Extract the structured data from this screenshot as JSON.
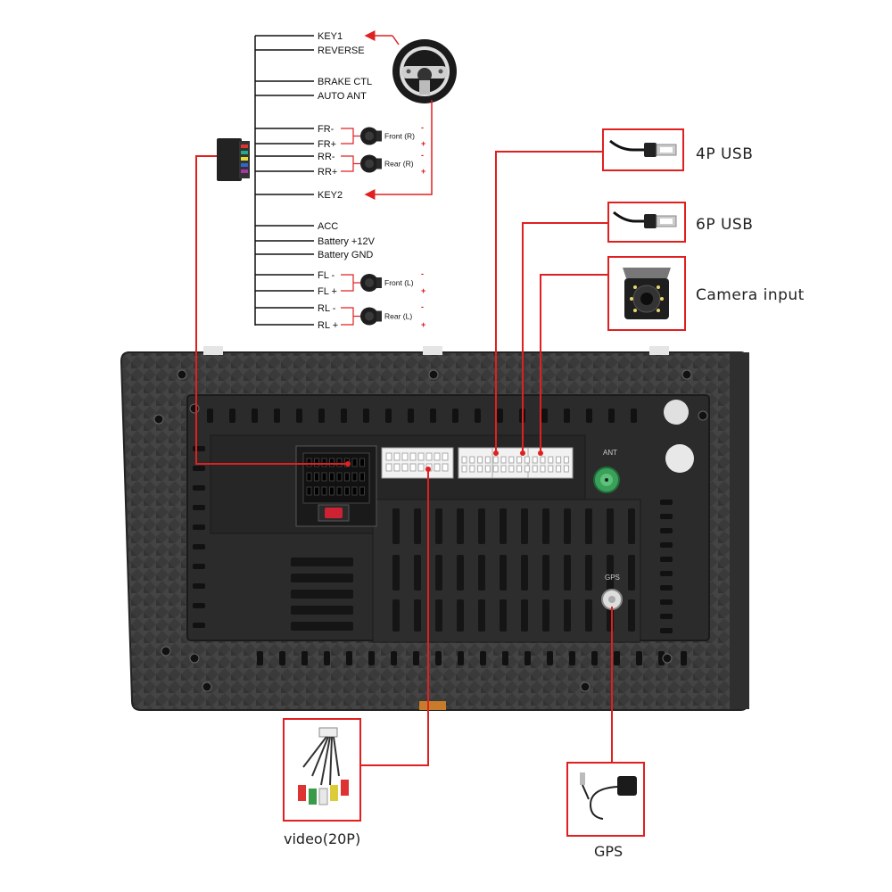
{
  "harness": {
    "wires": [
      {
        "id": "key1",
        "label": "KEY1"
      },
      {
        "id": "reverse",
        "label": "REVERSE"
      },
      {
        "id": "brake",
        "label": "BRAKE CTL"
      },
      {
        "id": "autoant",
        "label": "AUTO ANT"
      },
      {
        "id": "fr_minus",
        "label": "FR-"
      },
      {
        "id": "fr_plus",
        "label": "FR+"
      },
      {
        "id": "rr_minus",
        "label": "RR-"
      },
      {
        "id": "rr_plus",
        "label": "RR+"
      },
      {
        "id": "key2",
        "label": "KEY2"
      },
      {
        "id": "acc",
        "label": "ACC"
      },
      {
        "id": "battery",
        "label": "Battery +12V"
      },
      {
        "id": "gnd",
        "label": "Battery GND"
      },
      {
        "id": "fl_minus",
        "label": "FL -"
      },
      {
        "id": "fl_plus",
        "label": "FL +"
      },
      {
        "id": "rl_minus",
        "label": "RL -"
      },
      {
        "id": "rl_plus",
        "label": "RL +"
      }
    ],
    "speakers": [
      {
        "id": "front_r",
        "label": "Front (R)"
      },
      {
        "id": "rear_r",
        "label": "Rear (R)"
      },
      {
        "id": "front_l",
        "label": "Front (L)"
      },
      {
        "id": "rear_l",
        "label": "Rear (L)"
      }
    ],
    "polarity": {
      "minus": "-",
      "plus": "+"
    }
  },
  "ports": {
    "usb4p": "4P USB",
    "usb6p": "6P USB",
    "camera": "Camera input",
    "video": "video(20P)",
    "gps": "GPS"
  },
  "panel": {
    "ant_label": "ANT",
    "gps_label": "GPS"
  },
  "colors": {
    "accent_red": "#e02020",
    "panel_dark": "#2b2b2b",
    "chassis": "#3a3a3a",
    "connector_white": "#f2f2f2",
    "ant_green": "#3aa05a"
  }
}
